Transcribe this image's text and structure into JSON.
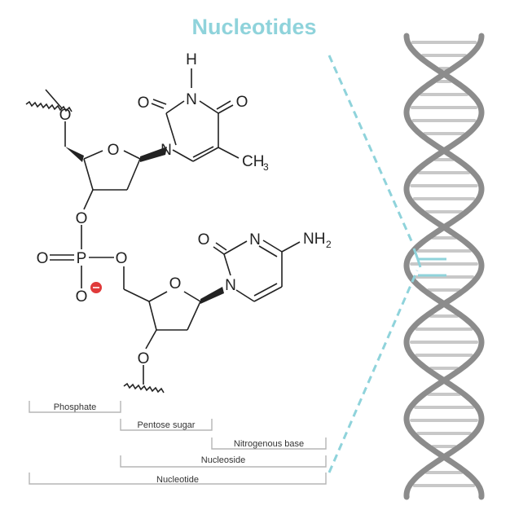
{
  "title": "Nucleotides",
  "atoms": {
    "o": "O",
    "n": "N",
    "h": "H",
    "p": "P",
    "ch": "CH",
    "three": "3",
    "nh": "NH",
    "two": "2"
  },
  "ranges": {
    "phosphate": "Phosphate",
    "pentose_sugar": "Pentose sugar",
    "nitrogenous_base": "Nitrogenous base",
    "nucleoside": "Nucleoside",
    "nucleotide": "Nucleotide"
  },
  "colors": {
    "accent": "#8fd3db",
    "charge": "#e03a3a",
    "helix_strand": "#8c8c8c",
    "helix_rung": "#c8c8c8",
    "bracket": "#b5b5b5"
  },
  "icons": {
    "helix": "dna-double-helix-icon",
    "charge": "negative-charge-icon"
  }
}
